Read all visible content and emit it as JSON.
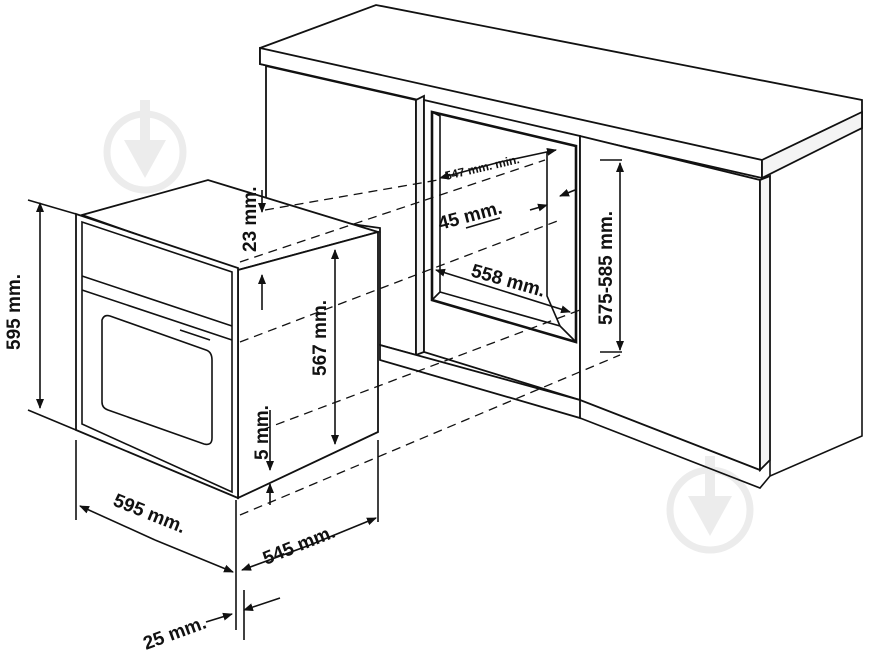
{
  "diagram": {
    "oven": {
      "height": "595 mm.",
      "width": "595 mm.",
      "depth": "545 mm.",
      "front_panel": "25 mm.",
      "top_gap": "23 mm.",
      "body_height": "567 mm.",
      "bottom_gap": "5 mm."
    },
    "cabinet": {
      "min_depth": "547 mm. min.",
      "side_gap": "45 mm.",
      "niche_width": "558 mm.",
      "niche_height": "575-585 mm."
    }
  },
  "colors": {
    "line": "#111111",
    "background": "#ffffff",
    "watermark": "#ececec"
  },
  "icons": [
    "watermark-logo-icon",
    "arrow-icon"
  ]
}
